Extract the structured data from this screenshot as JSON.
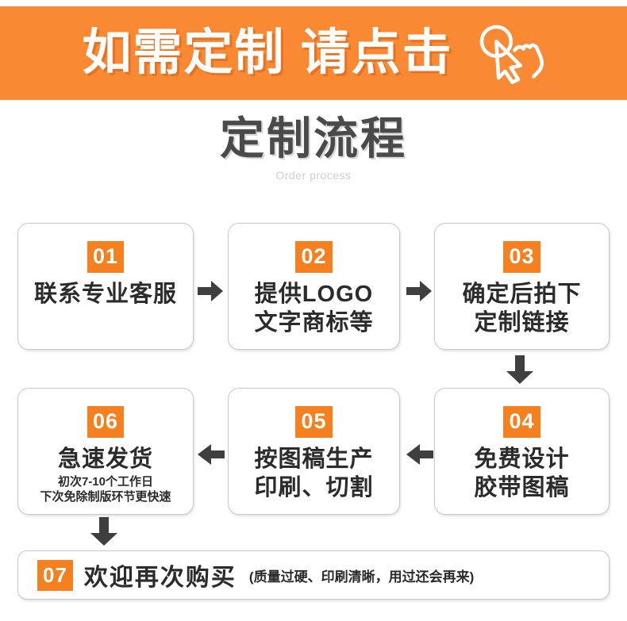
{
  "banner": {
    "text": "如需定制 请点击",
    "bg_color": "#f98a33",
    "text_color": "#ffffff",
    "icon": "click-hand-icon"
  },
  "heading": {
    "title": "定制流程",
    "subtitle": "Order process",
    "title_color": "#4a4a4a",
    "subtitle_color": "#cfcfcf"
  },
  "theme": {
    "badge_color": "#f5801f",
    "box_border_color": "#c9c9c9",
    "arrow_color": "#3f3f3f",
    "text_color": "#2b2b2b"
  },
  "steps": [
    {
      "number": "01",
      "lines": [
        "联系专业客服"
      ],
      "sublines": []
    },
    {
      "number": "02",
      "lines": [
        "提供LOGO",
        "文字商标等"
      ],
      "sublines": []
    },
    {
      "number": "03",
      "lines": [
        "确定后拍下",
        "定制链接"
      ],
      "sublines": []
    },
    {
      "number": "04",
      "lines": [
        "免费设计",
        "胶带图稿"
      ],
      "sublines": []
    },
    {
      "number": "05",
      "lines": [
        "按图稿生产",
        "印刷、切割"
      ],
      "sublines": []
    },
    {
      "number": "06",
      "lines": [
        "急速发货"
      ],
      "sublines": [
        "初次7-10个工作日",
        "下次免除制版环节更快速"
      ]
    }
  ],
  "final_step": {
    "number": "07",
    "title": "欢迎再次购买",
    "note": "(质量过硬、印刷清晰，用过还会再来)"
  },
  "arrows": [
    {
      "name": "arrow-step1-to-step2",
      "direction": "right"
    },
    {
      "name": "arrow-step2-to-step3",
      "direction": "right"
    },
    {
      "name": "arrow-step3-to-step4",
      "direction": "down"
    },
    {
      "name": "arrow-step4-to-step5",
      "direction": "left"
    },
    {
      "name": "arrow-step5-to-step6",
      "direction": "left"
    },
    {
      "name": "arrow-step6-to-step7",
      "direction": "down"
    }
  ]
}
